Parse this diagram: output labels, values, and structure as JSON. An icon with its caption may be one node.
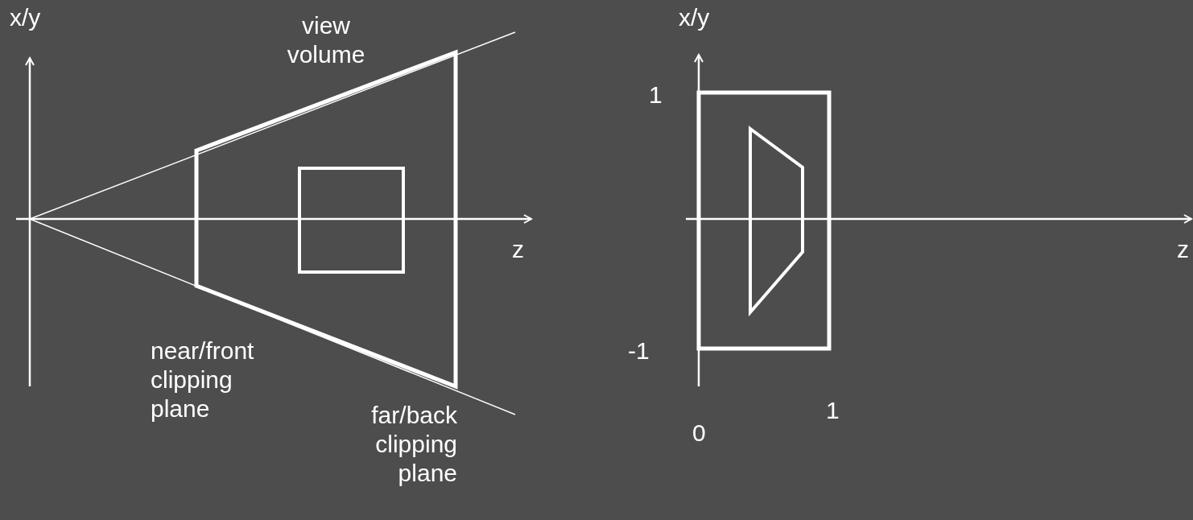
{
  "diagram": {
    "labels": [
      "x/y",
      "view volume",
      "z",
      "near/front clipping plane",
      "far/back clipping plane",
      "x/y",
      "1",
      "-1",
      "0",
      "1",
      "z"
    ]
  }
}
